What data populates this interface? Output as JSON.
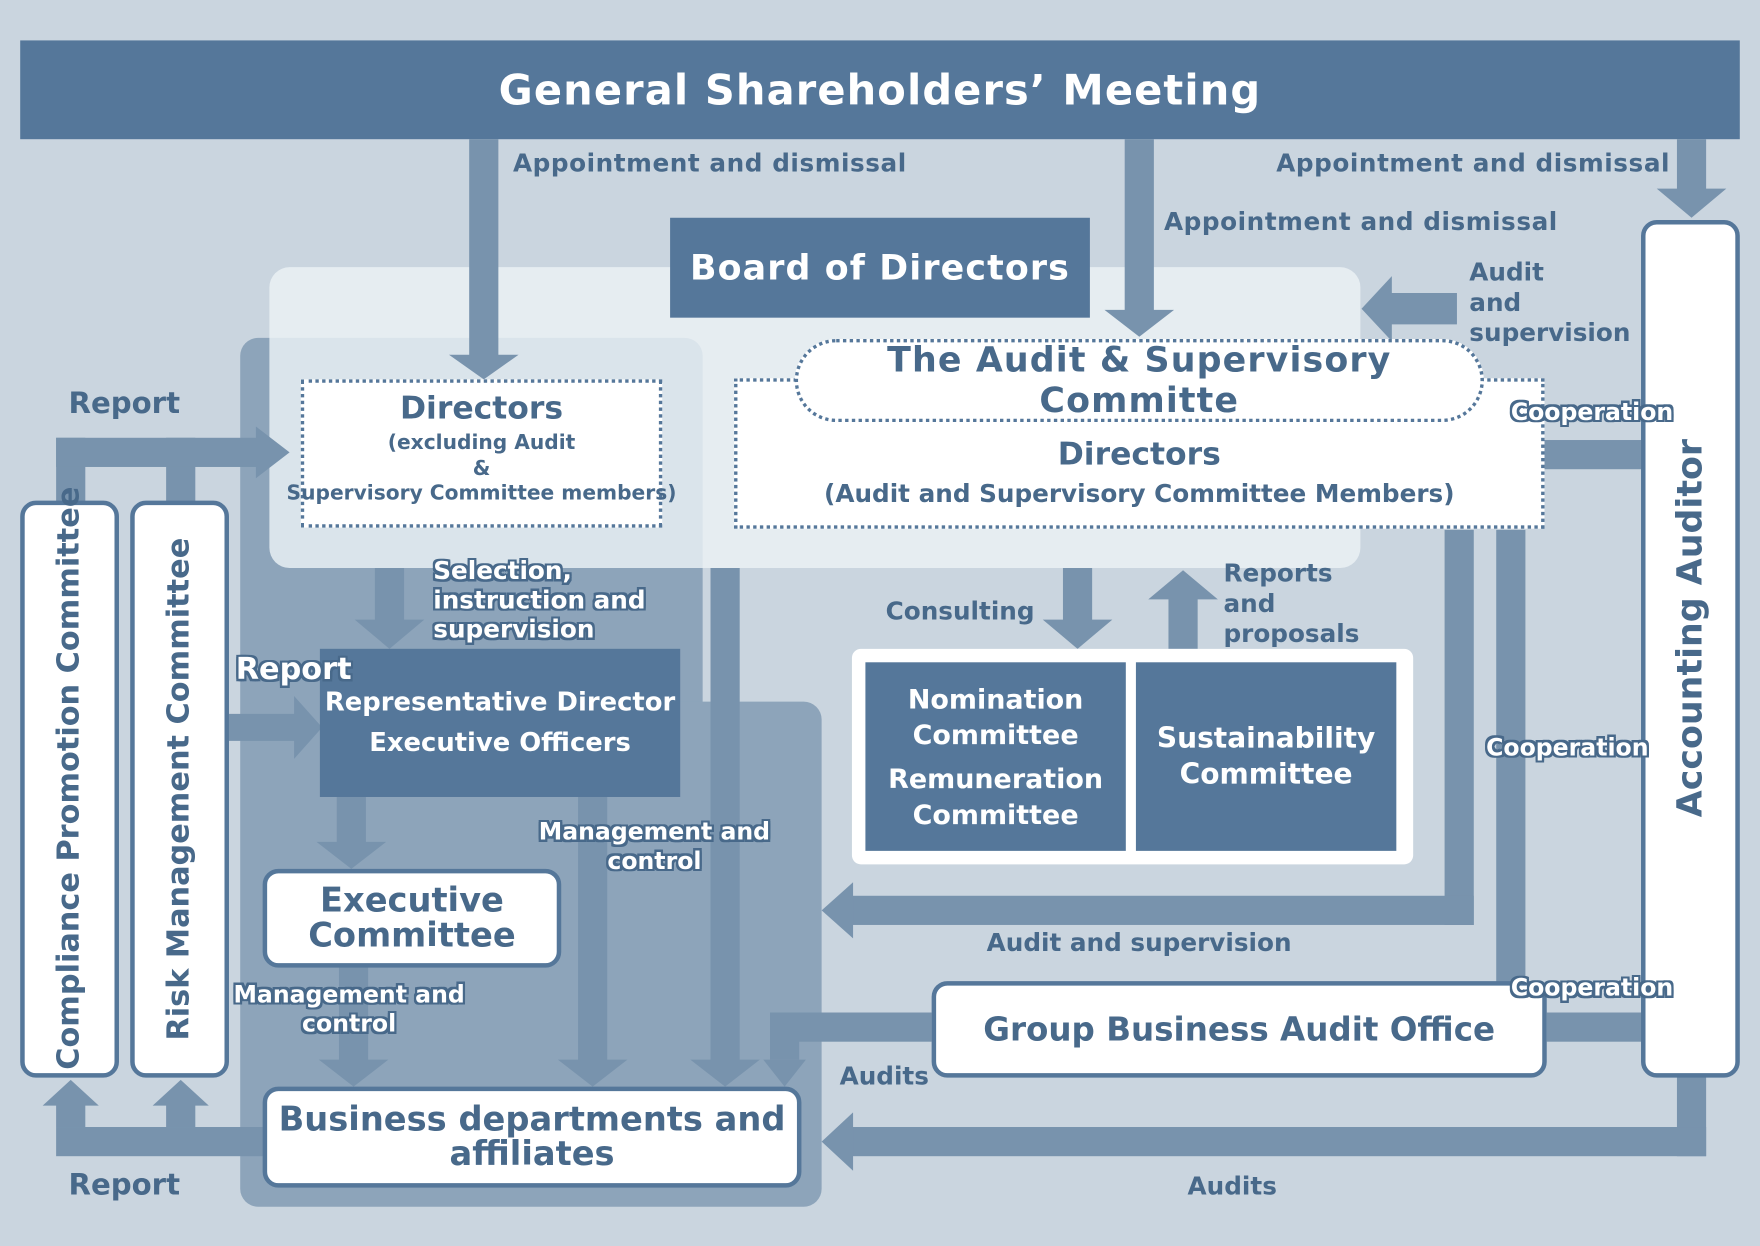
{
  "shareholders_meeting": "General Shareholders’ Meeting",
  "board_of_directors": "Board of Directors",
  "audit_committee": {
    "title": "The Audit & Supervisory Committe",
    "directors_title": "Directors",
    "directors_sub": "(Audit and Supervisory Committee Members)"
  },
  "directors_excl": {
    "title": "Directors",
    "line1": "(excluding Audit",
    "line2": "&",
    "line3": "Supervisory Committee members)"
  },
  "rep_director": {
    "line1": "Representative Director",
    "line2": "Executive Officers"
  },
  "executive_committee": {
    "line1": "Executive",
    "line2": "Committee"
  },
  "business_depts": {
    "line1": "Business departments and",
    "line2": "affiliates"
  },
  "nomination": {
    "line1": "Nomination",
    "line2": "Committee",
    "line3": "Remuneration",
    "line4": "Committee"
  },
  "sustainability": {
    "line1": "Sustainability",
    "line2": "Committee"
  },
  "group_audit_office": "Group Business Audit Office",
  "accounting_auditor": "Accounting Auditor",
  "compliance_committee": "Compliance Promotion Committee",
  "risk_committee": "Risk Management Committee",
  "labels": {
    "appointment_1": "Appointment and dismissal",
    "appointment_2": "Appointment and dismissal",
    "appointment_3": "Appointment and dismissal",
    "audit_supervision_top": {
      "line1": "Audit",
      "line2": "and",
      "line3": "supervision"
    },
    "cooperation_1": "Cooperation",
    "cooperation_2": "Cooperation",
    "cooperation_3": "Cooperation",
    "report_top": "Report",
    "report_mid": "Report",
    "report_bottom": "Report",
    "selection": {
      "line1": "Selection,",
      "line2": "instruction and",
      "line3": "supervision"
    },
    "consulting": "Consulting",
    "reports_proposals": {
      "line1": "Reports",
      "line2": "and",
      "line3": "proposals"
    },
    "mgmt_control_1": {
      "line1": "Management and",
      "line2": "control"
    },
    "mgmt_control_2": {
      "line1": "Management and",
      "line2": "control"
    },
    "audit_supervision_bottom": "Audit and supervision",
    "audits_1": "Audits",
    "audits_2": "Audits"
  },
  "colors": {
    "background": "#cad5df",
    "dark_box": "#55779a",
    "arrow": "#7893ad",
    "text": "#48698a",
    "panel_light": "#e4e9ee",
    "panel_mid": "#8da4ba"
  }
}
